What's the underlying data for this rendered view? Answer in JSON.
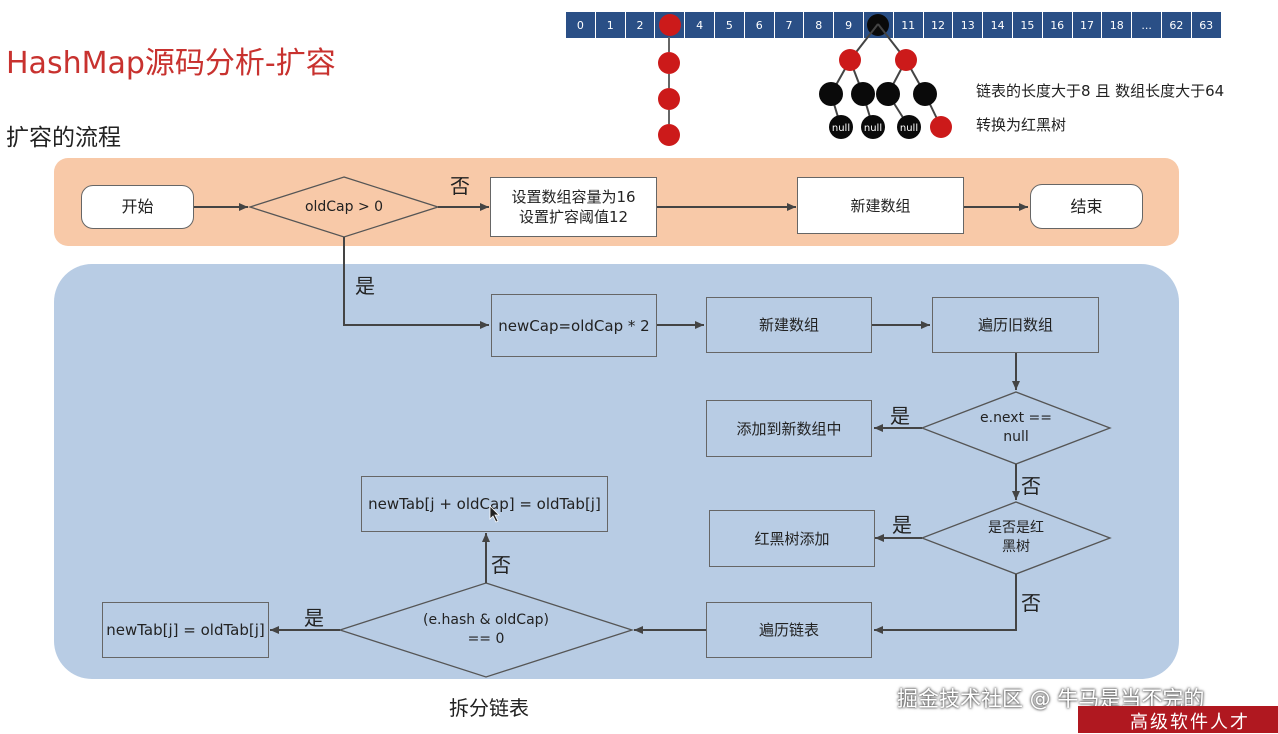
{
  "header": {
    "title": "HashMap源码分析-扩容",
    "subtitle": "扩容的流程"
  },
  "array_strip": {
    "cells": [
      "0",
      "1",
      "2",
      "",
      "4",
      "5",
      "6",
      "7",
      "8",
      "9",
      "",
      "11",
      "12",
      "13",
      "14",
      "15",
      "16",
      "17",
      "18",
      "...",
      "62",
      "63"
    ],
    "note_line1": "链表的长度大于8 且 数组长度大于64",
    "note_line2": "转换为红黑树",
    "null_label": "null"
  },
  "flow": {
    "start": "开始",
    "cond_oldcap": "oldCap > 0",
    "no_label": "否",
    "yes_label": "是",
    "set_default_line1": "设置数组容量为16",
    "set_default_line2": "设置扩容阈值12",
    "new_array_top": "新建数组",
    "end": "结束",
    "new_cap": "newCap=oldCap * 2",
    "new_array": "新建数组",
    "traverse_old": "遍历旧数组",
    "cond_next_line1": "e.next ==",
    "cond_next_line2": "null",
    "add_to_new": "添加到新数组中",
    "cond_tree_line1": "是否是红",
    "cond_tree_line2": "黑树",
    "rb_add": "红黑树添加",
    "traverse_list": "遍历链表",
    "cond_hash_line1": "(e.hash & oldCap)",
    "cond_hash_line2": "== 0",
    "assign_same": "newTab[j] = oldTab[j]",
    "assign_shift": "newTab[j + oldCap] = oldTab[j]",
    "split_caption": "拆分链表"
  },
  "watermark": {
    "text": "掘金技术社区 @ 牛马是当不完的",
    "brand": "高级软件人才"
  },
  "colors": {
    "title_red": "#c8322f",
    "cell_blue": "#2a4f86",
    "node_red": "#cc1a1a",
    "node_black": "#0a0a0a",
    "band_orange": "#f8c9a8",
    "band_blue": "#b8cce4"
  }
}
